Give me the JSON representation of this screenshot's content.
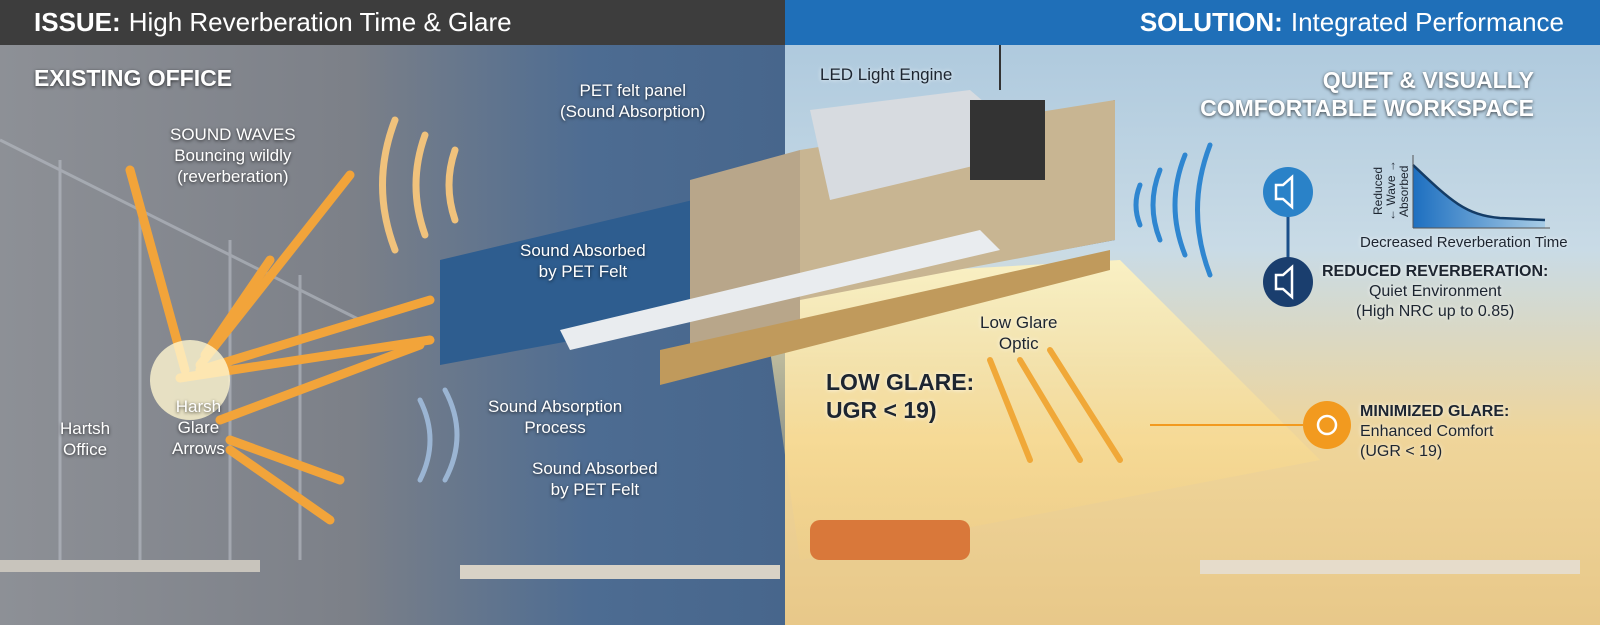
{
  "issue": {
    "prefix": "ISSUE:",
    "title": "High Reverberation Time & Glare",
    "section": "EXISTING OFFICE"
  },
  "solution": {
    "prefix": "SOLUTION:",
    "title": "Integrated Performance",
    "section_line1": "QUIET & VISUALLY",
    "section_line2": "COMFORTABLE WORKSPACE"
  },
  "labels": {
    "sound_waves": "SOUND WAVES",
    "bouncing": "Bouncing wildly",
    "reverb": "(reverberation)",
    "pet_panel": "PET felt panel",
    "pet_panel_sub": "(Sound Absorption)",
    "absorbed1": "Sound Absorbed",
    "absorbed1b": "by PET Felt",
    "process1": "Sound Absorption",
    "process2": "Process",
    "absorbed2": "Sound Absorbed",
    "absorbed2b": "by PET Felt",
    "harsh_office1": "Hartsh",
    "harsh_office2": "Office",
    "harsh_glare1": "Harsh",
    "harsh_glare2": "Glare",
    "harsh_glare3": "Arrows",
    "led": "LED Light Engine",
    "low_glare_optic1": "Low Glare",
    "low_glare_optic2": "Optic",
    "low_glare1": "LOW GLARE:",
    "low_glare2": "UGR < 19)"
  },
  "chart": {
    "y_label_1": "Reduced",
    "y_label_2": "← Wave →",
    "y_label_3": "Absorbed",
    "x_label": "Decreased Reverberation Time"
  },
  "benefits": [
    {
      "title": "REDUCED REVERBERATION:",
      "line1": "Quiet Environment",
      "line2": "(High NRC up to 0.85)",
      "icon": "speaker-icon"
    },
    {
      "title": "MINIMIZED GLARE:",
      "line1": "Enhanced Comfort",
      "line2": "(UGR < 19)",
      "icon": "sun-icon"
    }
  ],
  "colors": {
    "issue_header": "#3d3d3d",
    "solution_header": "#1f6fb8",
    "arrow": "#f2a43a",
    "felt": "#2e5d8f"
  }
}
